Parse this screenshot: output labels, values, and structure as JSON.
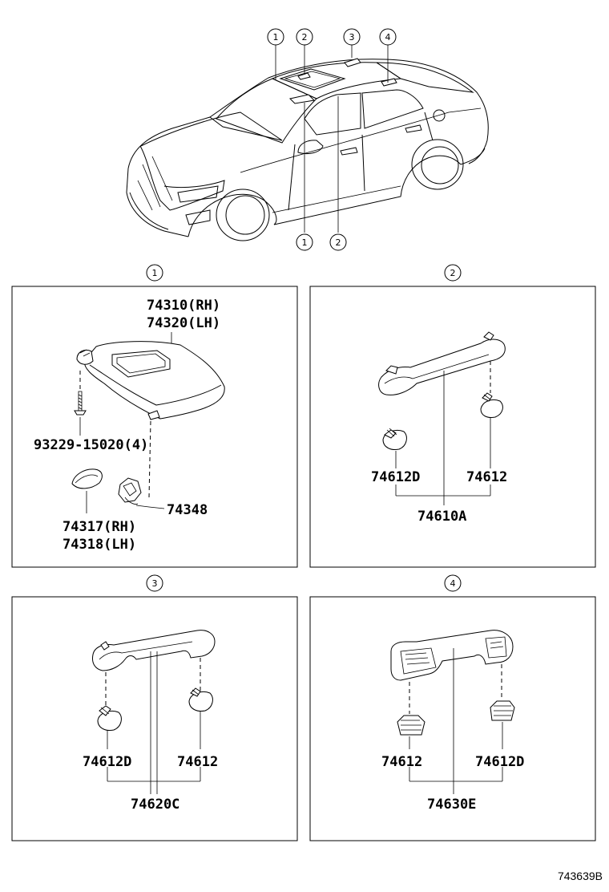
{
  "overview": {
    "callouts_top": [
      "1",
      "2",
      "3",
      "4"
    ],
    "callouts_bottom": [
      "1",
      "2"
    ]
  },
  "panels": [
    {
      "marker": "1",
      "labels": [
        "74310(RH)",
        "74320(LH)",
        "93229-15020(4)",
        "74317(RH)",
        "74318(LH)",
        "74348"
      ]
    },
    {
      "marker": "2",
      "labels": [
        "74612D",
        "74612",
        "74610A"
      ]
    },
    {
      "marker": "3",
      "labels": [
        "74612D",
        "74612",
        "74620C"
      ]
    },
    {
      "marker": "4",
      "labels": [
        "74612",
        "74612D",
        "74630E"
      ]
    }
  ],
  "diagram_id": "743639B"
}
